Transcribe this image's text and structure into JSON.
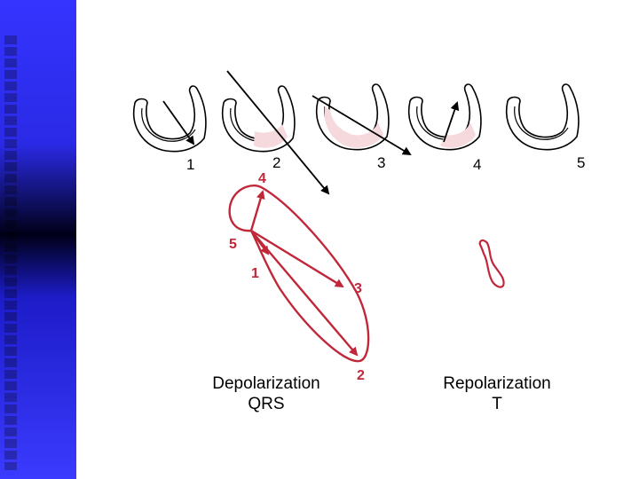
{
  "colors": {
    "sidebar": "#2f2ff0",
    "heart_fill": "#f5d9dc",
    "vector_loop": "#c0283a",
    "arrow": "#000000"
  },
  "stage_labels": [
    "1",
    "2",
    "3",
    "4",
    "5"
  ],
  "depolarization": {
    "vector_labels": {
      "v4": "4",
      "v5": "5",
      "v1": "1",
      "v3": "3",
      "v2": "2"
    },
    "caption_line1": "Depolarization",
    "caption_line2": "QRS"
  },
  "repolarization": {
    "caption_line1": "Repolarization",
    "caption_line2": "T"
  }
}
